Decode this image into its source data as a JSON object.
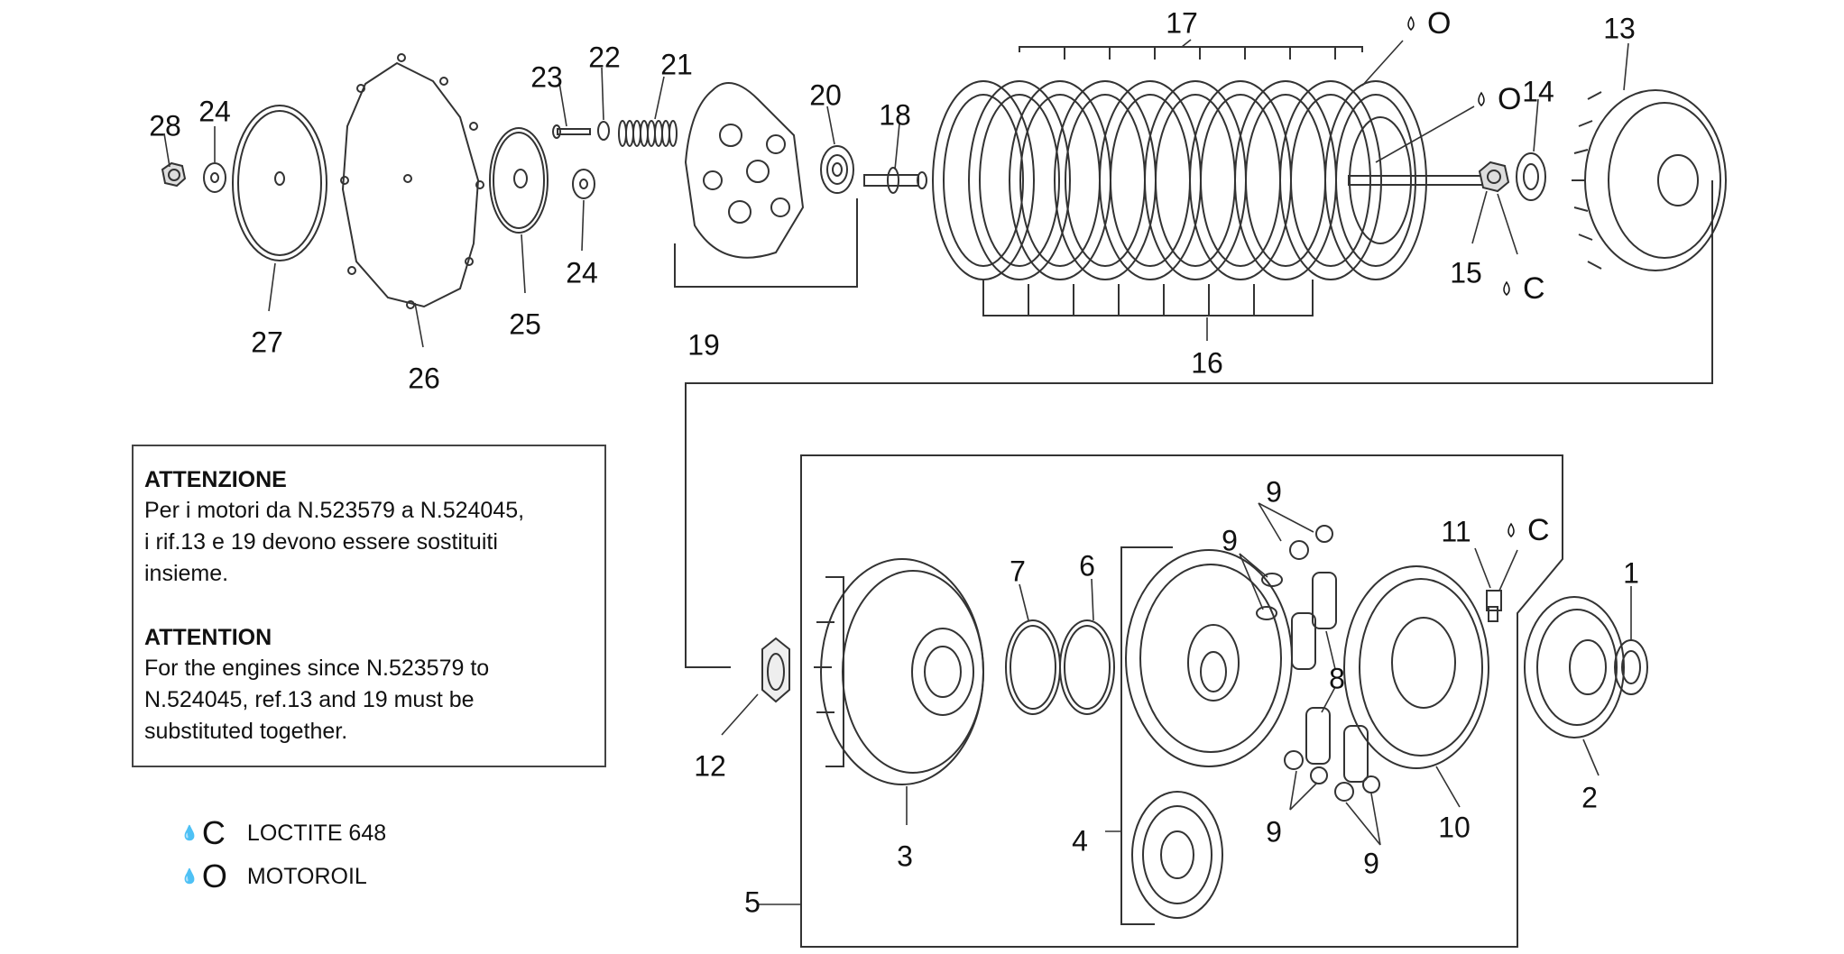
{
  "callouts": [
    {
      "id": "c28",
      "label": "28"
    },
    {
      "id": "c24a",
      "label": "24"
    },
    {
      "id": "c27",
      "label": "27"
    },
    {
      "id": "c26",
      "label": "26"
    },
    {
      "id": "c23",
      "label": "23"
    },
    {
      "id": "c22",
      "label": "22"
    },
    {
      "id": "c21",
      "label": "21"
    },
    {
      "id": "c25",
      "label": "25"
    },
    {
      "id": "c24b",
      "label": "24"
    },
    {
      "id": "c20",
      "label": "20"
    },
    {
      "id": "c19",
      "label": "19"
    },
    {
      "id": "c18",
      "label": "18"
    },
    {
      "id": "c17",
      "label": "17"
    },
    {
      "id": "c16",
      "label": "16"
    },
    {
      "id": "c14",
      "label": "14"
    },
    {
      "id": "c15",
      "label": "15"
    },
    {
      "id": "c13",
      "label": "13"
    },
    {
      "id": "c12",
      "label": "12"
    },
    {
      "id": "c3",
      "label": "3"
    },
    {
      "id": "c7",
      "label": "7"
    },
    {
      "id": "c6",
      "label": "6"
    },
    {
      "id": "c4",
      "label": "4"
    },
    {
      "id": "c5",
      "label": "5"
    },
    {
      "id": "c9a",
      "label": "9"
    },
    {
      "id": "c9b",
      "label": "9"
    },
    {
      "id": "c8",
      "label": "8"
    },
    {
      "id": "c9c",
      "label": "9"
    },
    {
      "id": "c9d",
      "label": "9"
    },
    {
      "id": "c10",
      "label": "10"
    },
    {
      "id": "c11",
      "label": "11"
    },
    {
      "id": "c2",
      "label": "2"
    },
    {
      "id": "c1",
      "label": "1"
    }
  ],
  "markers": [
    {
      "id": "m1",
      "letter": "O"
    },
    {
      "id": "m2",
      "letter": "O"
    },
    {
      "id": "m3",
      "letter": "C"
    },
    {
      "id": "m4",
      "letter": "C"
    }
  ],
  "note": {
    "heading_it": "ATTENZIONE",
    "lines_it": [
      "Per i motori da N.523579 a N.524045,",
      "i rif.13 e 19 devono essere sostituiti",
      "insieme."
    ],
    "heading_en": "ATTENTION",
    "lines_en": [
      "For the engines since N.523579 to",
      "N.524045, ref.13 and 19 must be",
      "substituted together."
    ]
  },
  "legend": [
    {
      "symbol": "C",
      "text": "LOCTITE 648"
    },
    {
      "symbol": "O",
      "text": "MOTOROIL"
    }
  ]
}
